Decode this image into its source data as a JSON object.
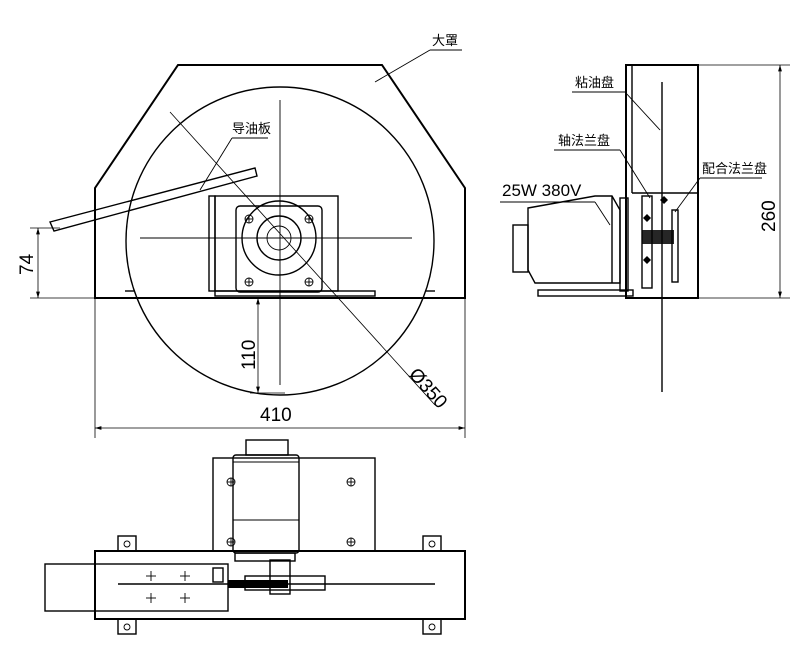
{
  "labels": {
    "cover": "大罩",
    "guide_plate": "导油板",
    "oil_disc": "粘油盘",
    "shaft_flange": "轴法兰盘",
    "mating_flange": "配合法兰盘",
    "motor_spec": "25W 380V"
  },
  "dimensions": {
    "left_height": "74",
    "center_height": "110",
    "diameter": "Ø350",
    "width": "410",
    "side_height": "260"
  }
}
